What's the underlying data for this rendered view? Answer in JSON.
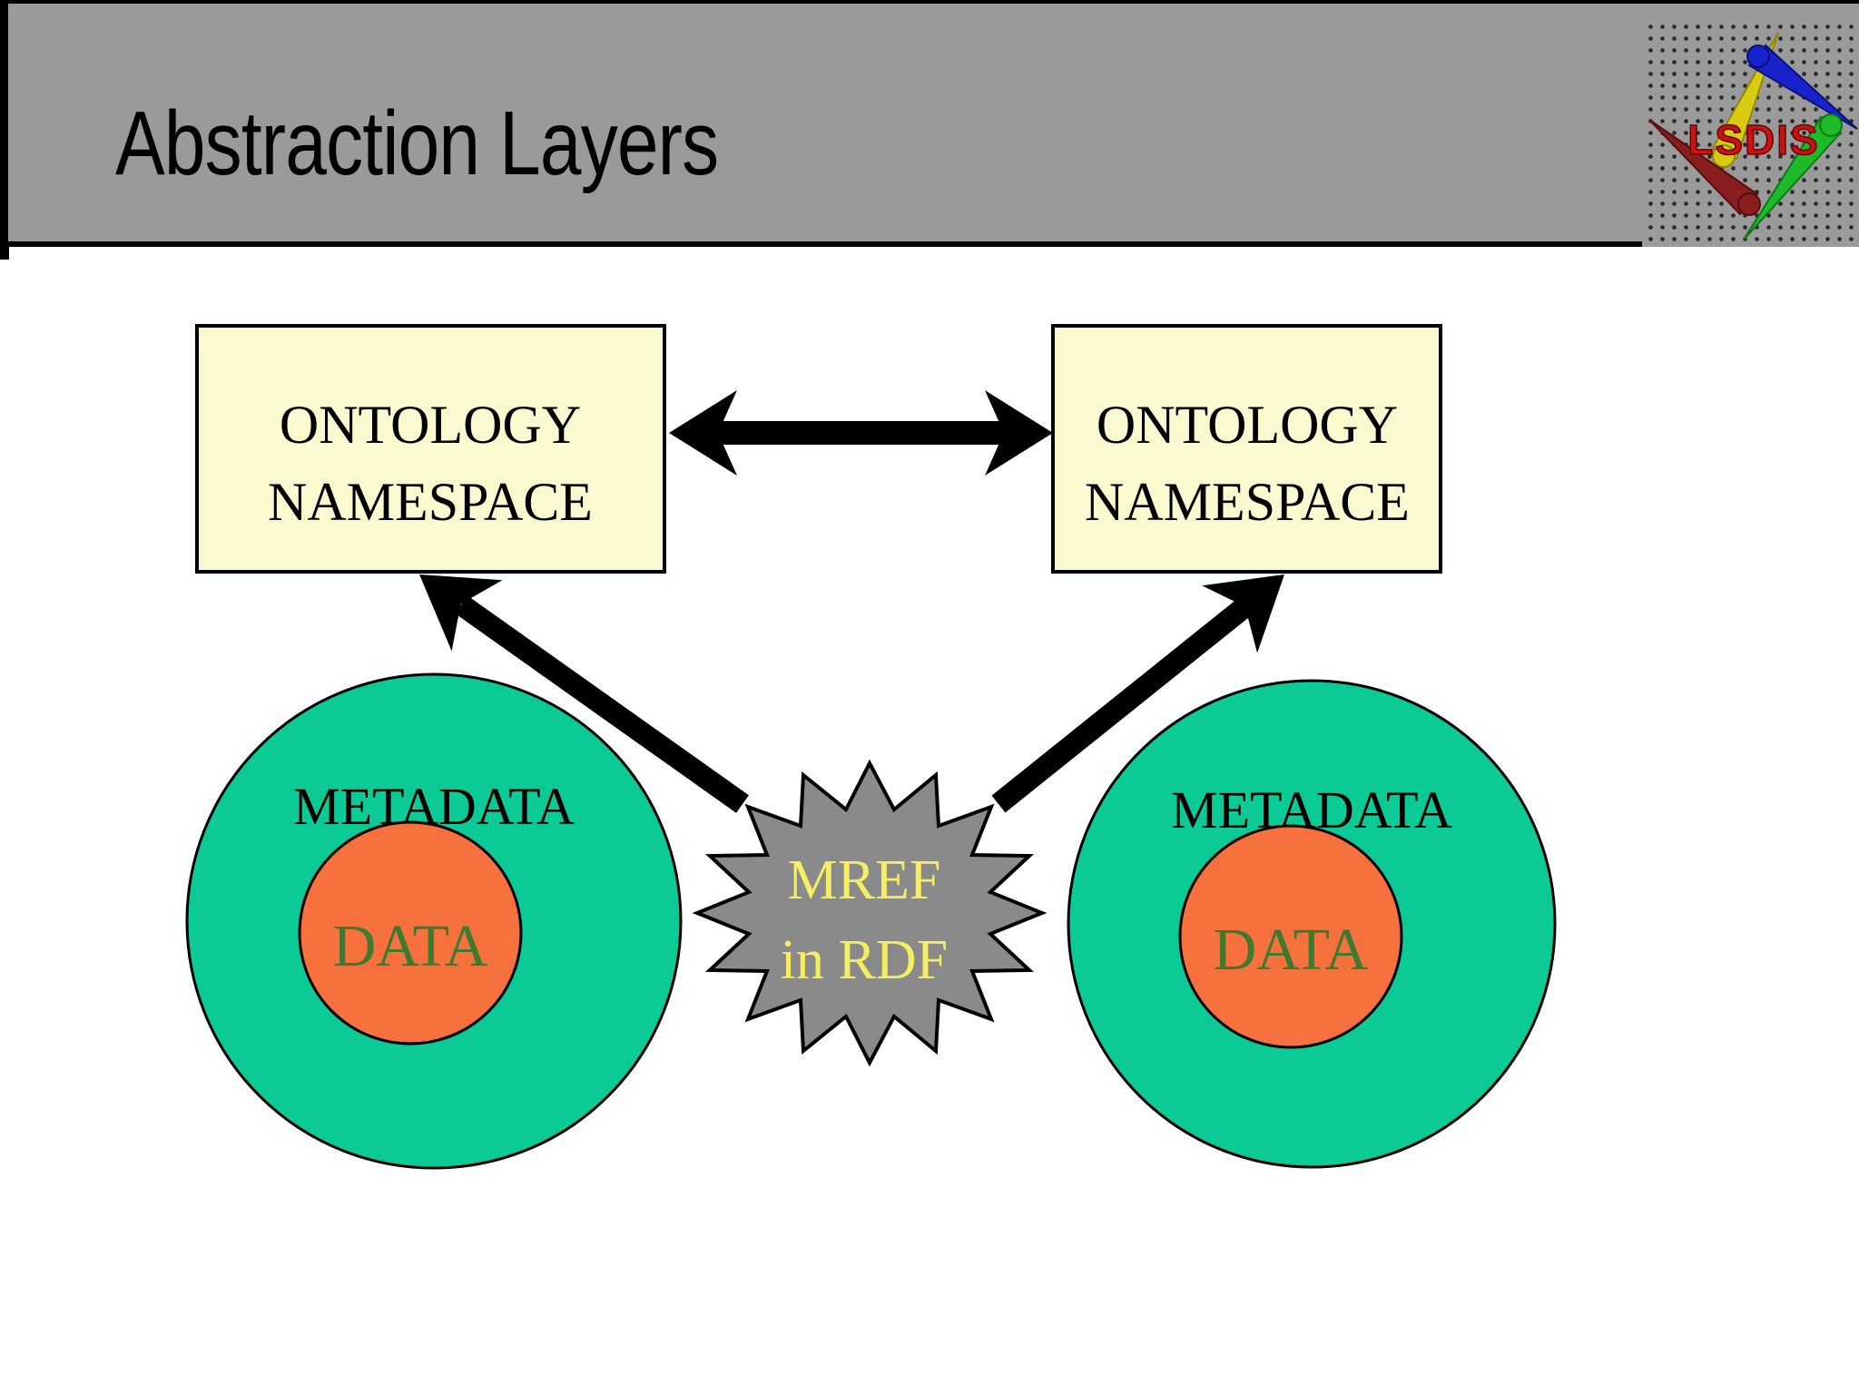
{
  "header": {
    "title": "Abstraction Layers",
    "logo": {
      "text": "LSDIS"
    }
  },
  "diagram": {
    "left_box": {
      "line1": "ONTOLOGY",
      "line2": "NAMESPACE"
    },
    "right_box": {
      "line1": "ONTOLOGY",
      "line2": "NAMESPACE"
    },
    "left_circle": {
      "outer_label": "METADATA",
      "inner_label": "DATA"
    },
    "right_circle": {
      "outer_label": "METADATA",
      "inner_label": "DATA"
    },
    "starburst": {
      "line1": "MREF",
      "line2": "in RDF"
    },
    "colors": {
      "header_bg": "#9a9a9a",
      "box_fill": "#faf9d0",
      "circle_green": "#0cca95",
      "circle_orange": "#f7713f",
      "data_text": "#3d7a2e",
      "star_gray": "#8a8a8a",
      "star_text": "#f5ee62",
      "logo_text_red": "#cc1111",
      "arrow_black": "#000000"
    }
  }
}
